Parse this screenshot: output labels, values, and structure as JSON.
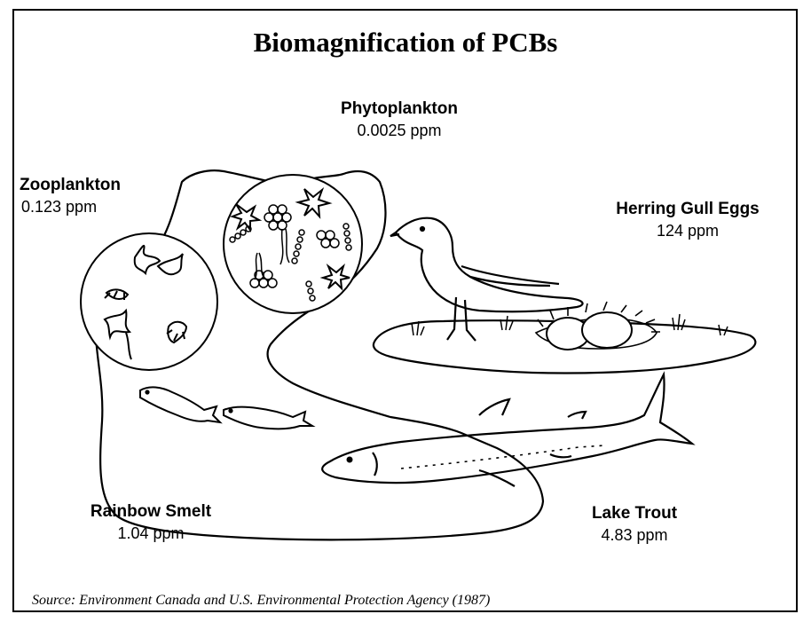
{
  "title": "Biomagnification of PCBs",
  "source": "Source: Environment Canada and U.S. Environmental Protection Agency (1987)",
  "organisms": {
    "phytoplankton": {
      "name": "Phytoplankton",
      "value": "0.0025 ppm"
    },
    "zooplankton": {
      "name": "Zooplankton",
      "value": "0.123 ppm"
    },
    "herring_gull_eggs": {
      "name": "Herring Gull Eggs",
      "value": "124 ppm"
    },
    "rainbow_smelt": {
      "name": "Rainbow Smelt",
      "value": "1.04 ppm"
    },
    "lake_trout": {
      "name": "Lake Trout",
      "value": "4.83 ppm"
    }
  },
  "icons": [
    "phytoplankton-icon",
    "zooplankton-icon",
    "smelt-icon",
    "trout-icon",
    "gull-icon",
    "eggs-icon",
    "nest-icon"
  ]
}
